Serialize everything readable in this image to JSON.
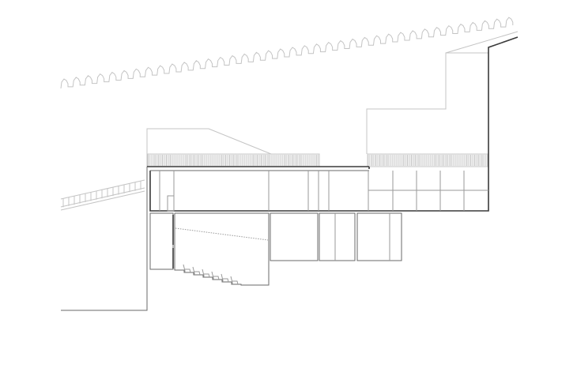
{
  "drawing": {
    "type": "architectural-section",
    "colors": {
      "background": "#ffffff",
      "context_line": "#c4c4c4",
      "section_line": "#3a3a3a",
      "interior_line": "#9a9a9a",
      "hatch": "#b0b0b0"
    },
    "seat_rows": 6,
    "glazing_grid": {
      "columns": 5,
      "rows": 2
    }
  }
}
